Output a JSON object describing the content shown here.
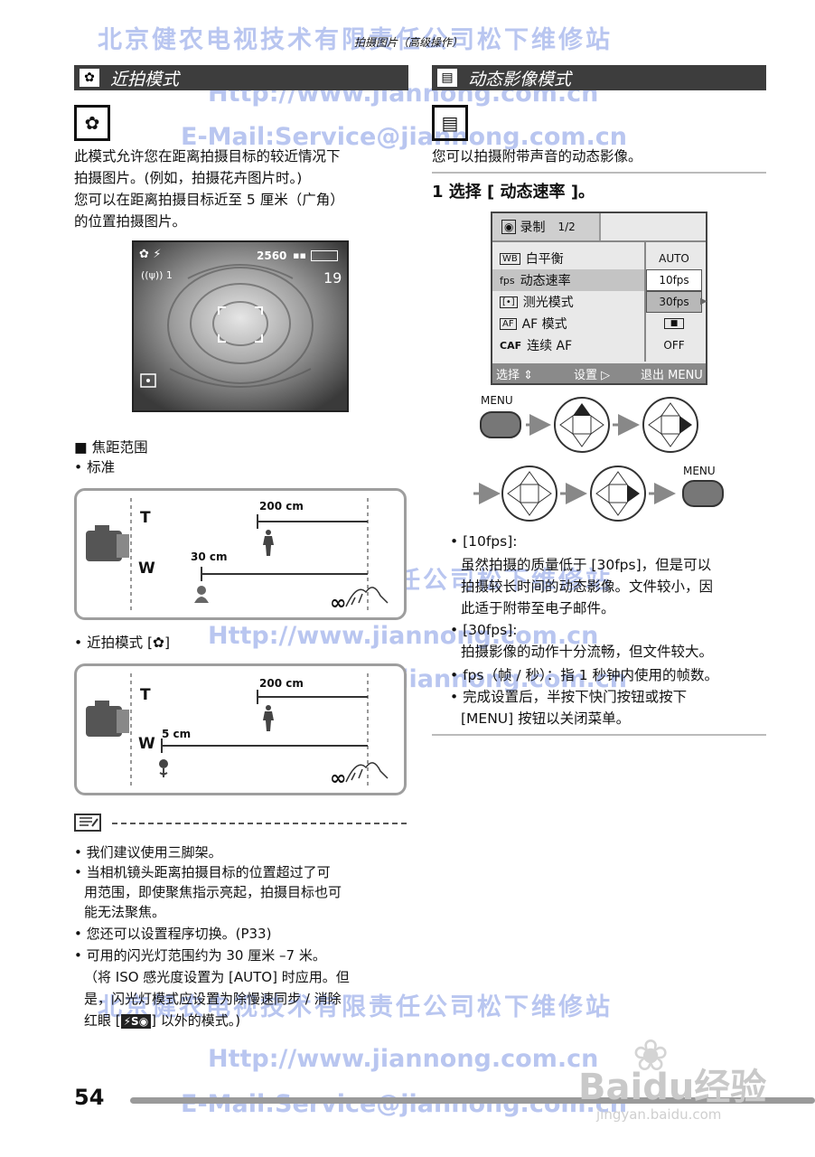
{
  "watermark": {
    "company": "北京健农电视技术有限责任公司松下维修站",
    "url": "Http://www.jiannong.com.cn",
    "email": "E-Mail:Service@jiannong.com.cn",
    "baidu_logo": "Baidu经验",
    "baidu_url": "jingyan.baidu.com"
  },
  "header_subtitle": "拍摄图片（高级操作）",
  "left": {
    "section_title": "近拍模式",
    "intro_1": "此模式允许您在距离拍摄目标的较近情况下",
    "intro_2": "拍摄图片。(例如，拍摄花卉图片时。)",
    "intro_3": "您可以在距离拍摄目标近至 5 厘米（广角）",
    "intro_4": "的位置拍摄图片。",
    "lcd": {
      "res": "2560",
      "count": "19",
      "stab": "((ψ)) 1"
    },
    "focus_heading": "■ 焦距范围",
    "standard_label": "• 标准",
    "diag1": {
      "t": "T",
      "w": "W",
      "d_t": "200 cm",
      "d_w": "30 cm",
      "inf": "∞"
    },
    "macro_label": "• 近拍模式 [",
    "macro_label_end": "]",
    "diag2": {
      "t": "T",
      "w": "W",
      "d_t": "200 cm",
      "d_w": "5 cm",
      "inf": "∞"
    },
    "notes": [
      "• 我们建议使用三脚架。",
      "• 当相机镜头距离拍摄目标的位置超过了可",
      "用范围，即使聚焦指示亮起，拍摄目标也可",
      "能无法聚焦。",
      "• 您还可以设置程序切换。(P33)",
      "• 可用的闪光灯范围约为 30 厘米 –7 米。",
      "（将 ISO 感光度设置为 [AUTO] 时应用。但",
      "是，闪光灯模式应设置为除慢速同步 / 消除",
      "红眼 [",
      "] 以外的模式。)"
    ],
    "flash_badge": "⚡S◉"
  },
  "right": {
    "section_title": "动态影像模式",
    "intro": "您可以拍摄附带声音的动态影像。",
    "step": "1 选择 [ 动态速率 ]。",
    "menu": {
      "tab": "录制",
      "page": "1/2",
      "rows": [
        {
          "icon": "WB",
          "label": "白平衡",
          "value": "AUTO"
        },
        {
          "icon": "fps",
          "label": "动态速率",
          "value": "10fps"
        },
        {
          "icon": "[•]",
          "label": "测光模式",
          "value": "30fps"
        },
        {
          "icon": "AF",
          "label": "AF 模式",
          "value": "■"
        },
        {
          "icon": "CAF",
          "label": "连续 AF",
          "value": "OFF"
        }
      ],
      "footer_select": "选择 ⇕",
      "footer_set": "设置 ▷",
      "footer_exit": "退出 MENU"
    },
    "menu_label_1": "MENU",
    "menu_label_2": "MENU",
    "bullets": [
      "• [10fps]:",
      "虽然拍摄的质量低于 [30fps]，但是可以",
      "拍摄较长时间的动态影像。文件较小，因",
      "此适于附带至电子邮件。",
      "• [30fps]:",
      "拍摄影像的动作十分流畅，但文件较大。",
      "• fps（帧 / 秒）：指 1 秒钟内使用的帧数。",
      "• 完成设置后，半按下快门按钮或按下",
      "[MENU] 按钮以关闭菜单。"
    ]
  },
  "page_number": "54"
}
